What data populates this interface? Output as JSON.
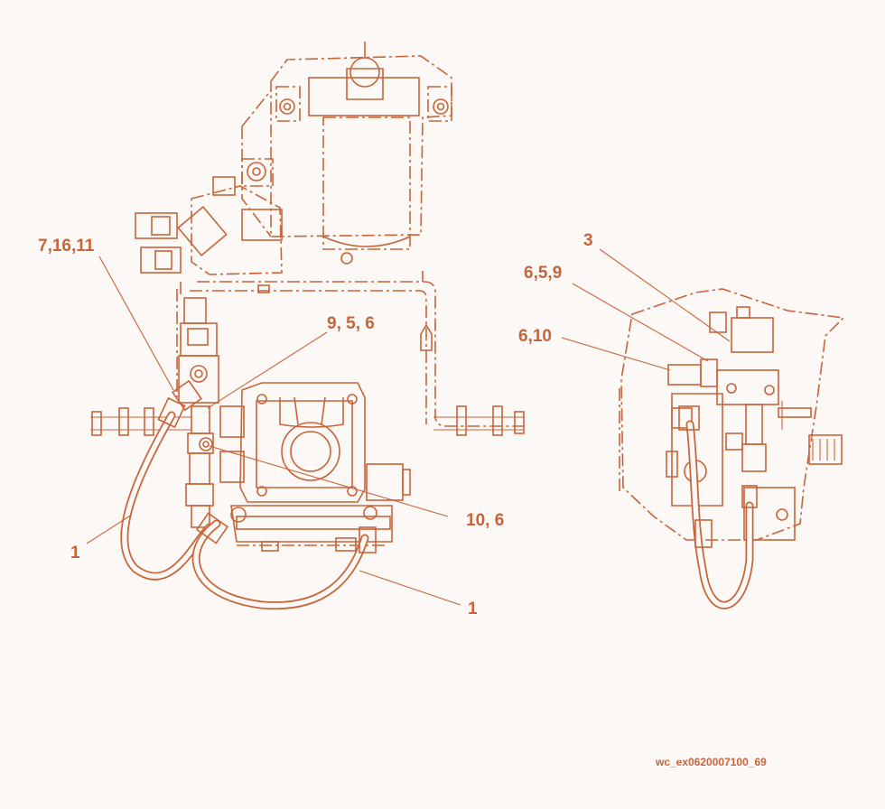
{
  "colors": {
    "background": "#fbf8f5",
    "line": "#c8643a",
    "faint": "#e2b29a",
    "label": "#c8643a"
  },
  "callouts": [
    {
      "id": "c-7-16-11",
      "text": "7,16,11"
    },
    {
      "id": "c-9-5-6",
      "text": "9, 5, 6"
    },
    {
      "id": "c-10-6",
      "text": "10, 6"
    },
    {
      "id": "c-1-left",
      "text": "1"
    },
    {
      "id": "c-1-bottom",
      "text": "1"
    },
    {
      "id": "c-3",
      "text": "3"
    },
    {
      "id": "c-6-5-9",
      "text": "6,5,9"
    },
    {
      "id": "c-6-10",
      "text": "6,10"
    }
  ],
  "reference_code": "wc_ex0620007100_69"
}
